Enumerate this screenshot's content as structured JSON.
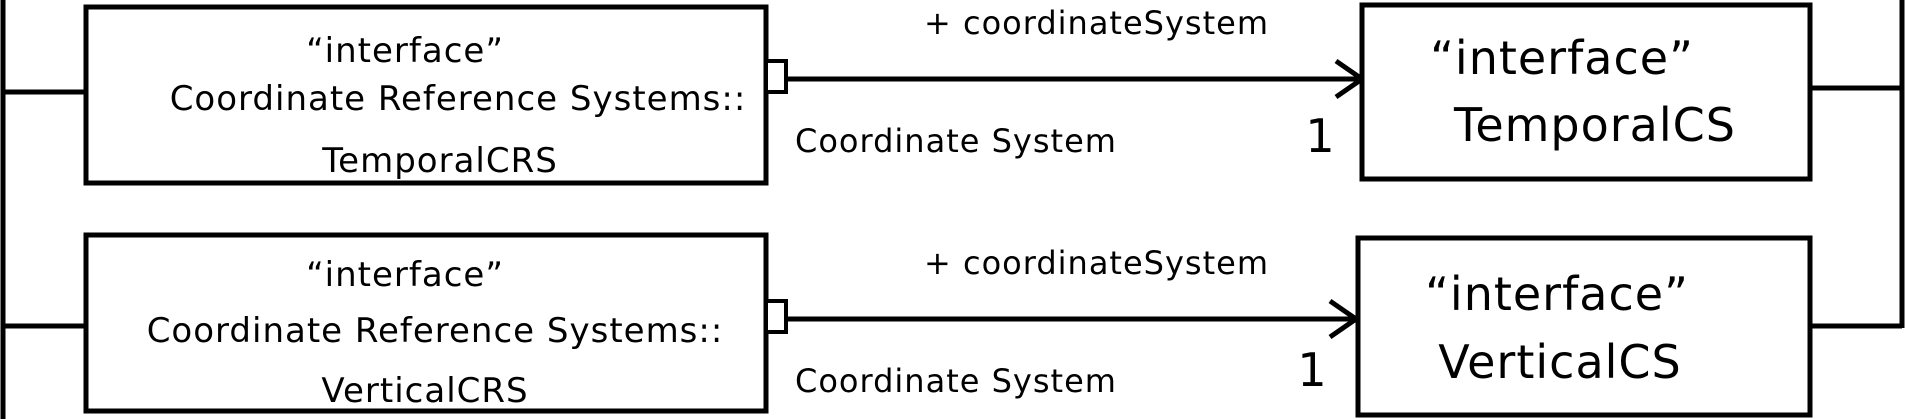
{
  "associations": [
    {
      "source": {
        "stereotype": "“interface”",
        "package": "Coordinate Reference Systems::",
        "name": "TemporalCRS"
      },
      "role": "+ coordinateSystem",
      "assoc_label": "Coordinate System",
      "multiplicity": "1",
      "target": {
        "stereotype": "“interface”",
        "name": "TemporalCS"
      }
    },
    {
      "source": {
        "stereotype": "“interface”",
        "package": "Coordinate Reference Systems::",
        "name": "VerticalCRS"
      },
      "role": "+ coordinateSystem",
      "assoc_label": "Coordinate System",
      "multiplicity": "1",
      "target": {
        "stereotype": "“interface”",
        "name": "VerticalCS"
      }
    }
  ]
}
